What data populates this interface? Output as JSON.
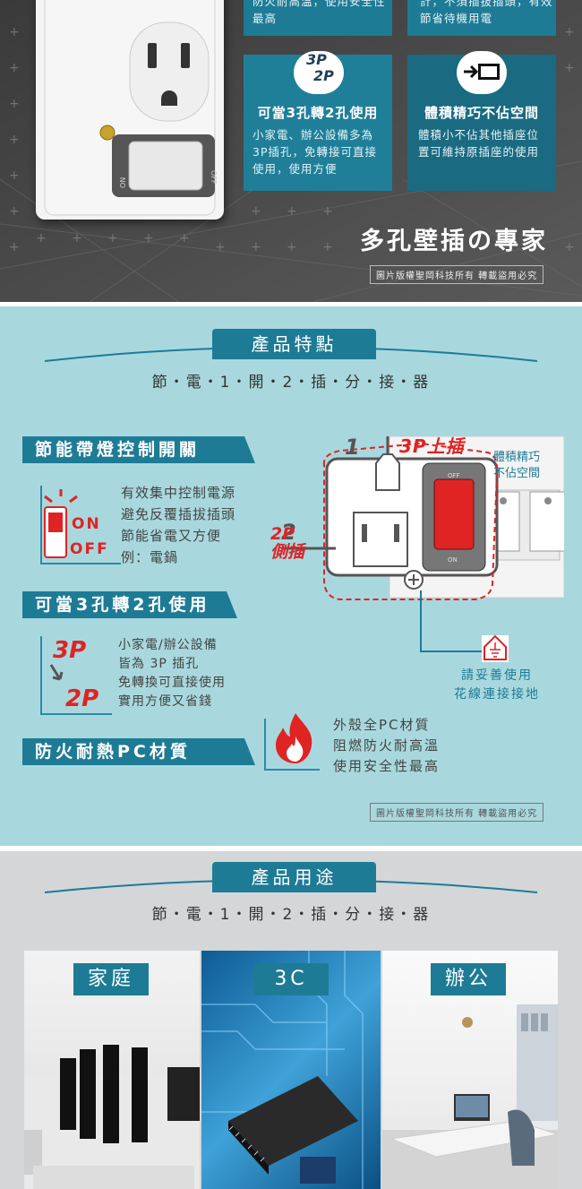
{
  "banner": {
    "box1_top_text": "防火耐高溫，使用安全性最高",
    "box2_top_text": "計，不須插拔插頭，有效節省待機用電",
    "box3": {
      "icon_top": "3P",
      "icon_bottom": "2P",
      "title": "可當3孔轉2孔使用",
      "body": "小家電、辦公設備多為3P插孔，免轉接可直接使用，使用方便"
    },
    "box4": {
      "title": "體積精巧不佔空間",
      "body": "體積小不佔其他插座位置可維持原插座的使用"
    },
    "slogan": "多孔壁插の專家",
    "copyright": "圖片版權聖岡科技所有  轉載盜用必究",
    "product_switch_on": "ON",
    "product_switch_off": "OFF"
  },
  "features": {
    "header": "產品特點",
    "subtitle": "節・電・1・開・2・插・分・接・器",
    "tag1": "節能帶燈控制開關",
    "tag1_text": [
      "有效集中控制電源",
      "避免反覆插拔插頭",
      "節能省電又方便",
      "例：電鍋"
    ],
    "tag1_on": "ON",
    "tag1_off": "OFF",
    "tag2": "可當3孔轉2孔使用",
    "tag2_icon_top": "3P",
    "tag2_icon_bottom": "2P",
    "tag2_text": [
      "小家電/辦公設備",
      "皆為 3P 插孔",
      "免轉換可直接使用",
      "實用方便又省錢"
    ],
    "tag3": "防火耐熱PC材質",
    "tag3_text": [
      "外殼全PC材質",
      "阻燃防火耐高溫",
      "使用安全性最高"
    ],
    "diagram": {
      "num1": "1",
      "num2": "2",
      "label_top": "3P上插",
      "label_side_line1": "2P",
      "label_side_line2": "側插",
      "label_compact_line1": "體積精巧",
      "label_compact_line2": "不佔空間",
      "label_ground_line1": "請妥善使用",
      "label_ground_line2": "花線連接接地",
      "switch_off": "OFF",
      "switch_on": "ON"
    },
    "copyright": "圖片版權聖岡科技所有  轉載盜用必究"
  },
  "uses": {
    "header": "產品用途",
    "subtitle": "節・電・1・開・2・插・分・接・器",
    "photos": [
      {
        "label": "家庭"
      },
      {
        "label": "3C"
      },
      {
        "label": "辦公"
      }
    ]
  },
  "colors": {
    "accent": "#1e7b95",
    "feature_bg": "#a8d8de",
    "red": "#e02323"
  }
}
